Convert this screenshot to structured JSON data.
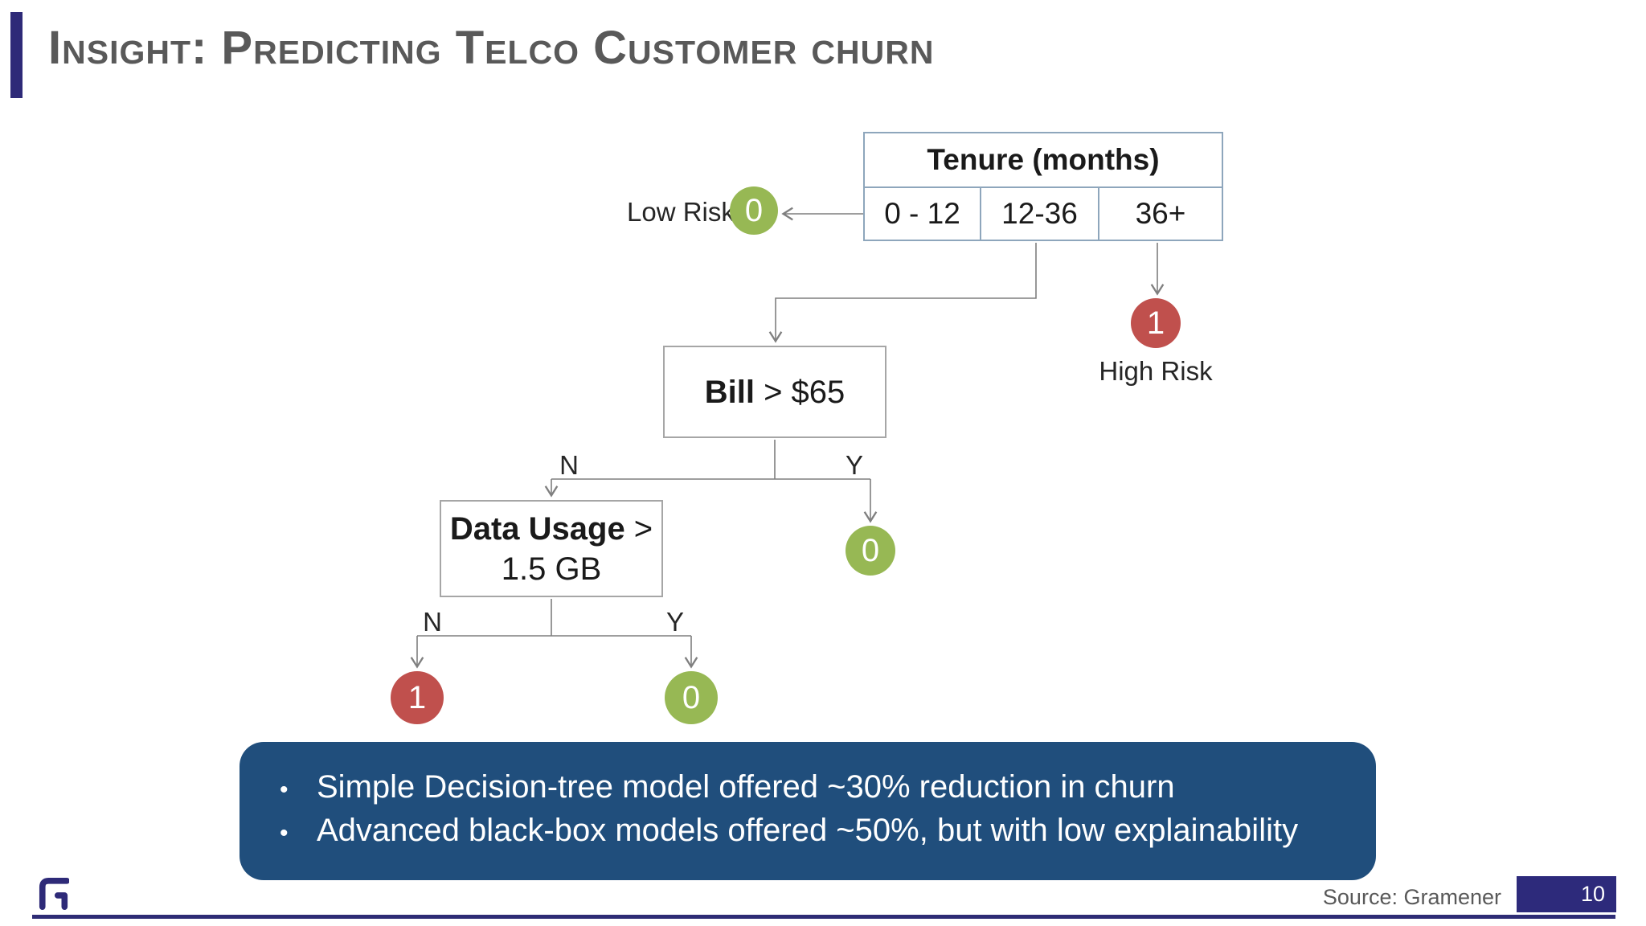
{
  "slide": {
    "title": "Insight: Predicting Telco Customer churn",
    "source": "Source: Gramener",
    "page_number": "10"
  },
  "tree": {
    "root": {
      "header": "Tenure (months)",
      "branches": [
        "0 - 12",
        "12-36",
        "36+"
      ]
    },
    "low_risk": {
      "label": "Low Risk",
      "value": "0"
    },
    "high_risk": {
      "label": "High Risk",
      "value": "1"
    },
    "bill_node": {
      "bold": "Bill",
      "rest": " > $65"
    },
    "data_node": {
      "bold": "Data Usage",
      "rest": " >",
      "line2": "1.5 GB"
    },
    "bill_yes_leaf": "0",
    "data_no_leaf": "1",
    "data_yes_leaf": "0",
    "labels": {
      "n": "N",
      "y": "Y"
    }
  },
  "callout": {
    "bullet_glyph": "•",
    "bullets": [
      "Simple Decision-tree model offered ~30% reduction in churn",
      "Advanced black-box models offered ~50%, but with low explainability"
    ]
  },
  "colors": {
    "accent_bar": "#2e2a78",
    "title_gray": "#595959",
    "leaf_green": "#97b854",
    "leaf_red": "#c0504d",
    "callout_bg": "#204e7c",
    "footer_indigo": "#2d2a7b",
    "table_border": "#8ea6bc",
    "connector_gray": "#7f7f7f"
  }
}
